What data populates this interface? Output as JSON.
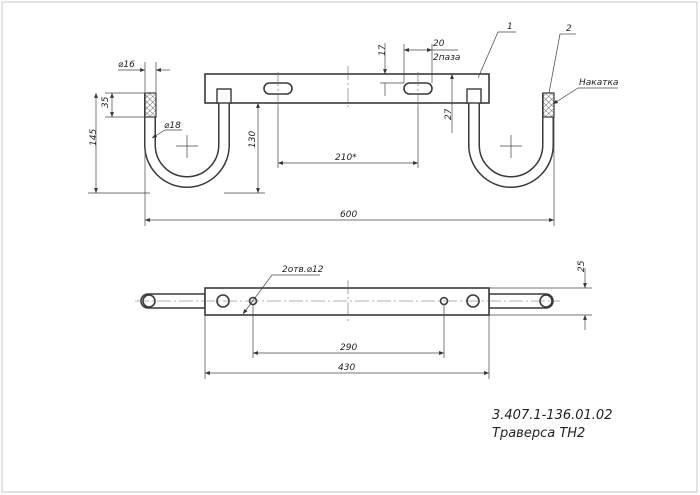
{
  "drawing": {
    "labels": {
      "d16": "⌀16",
      "d18": "⌀18",
      "d35": "35",
      "d145": "145",
      "d130": "130",
      "d17": "17",
      "d20": "20",
      "slots": "2паза",
      "d27": "27",
      "d210": "210*",
      "d600": "600",
      "leader1": "1",
      "leader2": "2",
      "knurl": "Накатка",
      "holes": "2отв.⌀12",
      "d25": "25",
      "d290": "290",
      "d430": "430"
    },
    "title_block": {
      "code": "3.407.1-136.01.02",
      "name": "Траверса ТН2"
    }
  }
}
